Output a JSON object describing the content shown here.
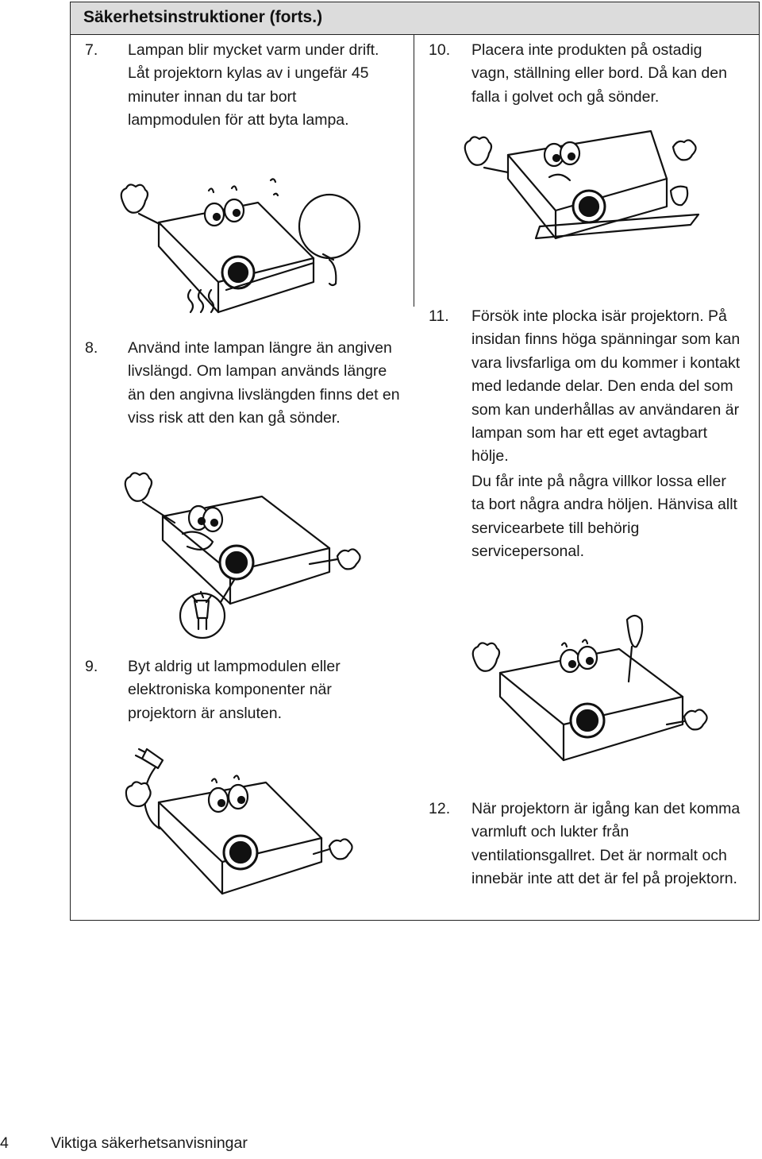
{
  "header": {
    "title": "Säkerhetsinstruktioner (forts.)"
  },
  "items": [
    {
      "number": "7.",
      "paragraphs": [
        "Lampan blir mycket varm under drift. Låt projektorn kylas av i ungefär 45 minuter innan du tar bort lampmodulen för att byta lampa."
      ]
    },
    {
      "number": "8.",
      "paragraphs": [
        "Använd inte lampan längre än angiven livslängd. Om lampan används längre än den angivna livslängden finns det en viss risk att den kan gå sönder."
      ]
    },
    {
      "number": "9.",
      "paragraphs": [
        "Byt aldrig ut lampmodulen eller elektroniska komponenter när projektorn är ansluten."
      ]
    },
    {
      "number": "10.",
      "paragraphs": [
        "Placera inte produkten på ostadig vagn, ställning eller bord. Då kan den falla i golvet och gå sönder."
      ]
    },
    {
      "number": "11.",
      "paragraphs": [
        "Försök inte plocka isär projektorn. På insidan finns höga spänningar som kan vara livsfarliga om du kommer i kontakt med ledande delar. Den enda del som som kan underhållas av användaren är lampan som har ett eget avtagbart hölje.",
        "Du får inte på några villkor lossa eller ta bort några andra höljen. Hänvisa allt servicearbete till behörig servicepersonal."
      ]
    },
    {
      "number": "12.",
      "paragraphs": [
        "När projektorn är igång kan det komma varmluft och lukter från ventilationsgallret. Det är normalt och innebär inte att det är fel på projektorn."
      ]
    }
  ],
  "illustrations": {
    "item7": {
      "icons": [
        "projector-character-icon",
        "hand-fan-icon",
        "heat-waves-icon"
      ]
    },
    "item8": {
      "icons": [
        "projector-character-icon",
        "broken-lamp-icon"
      ]
    },
    "item9": {
      "icons": [
        "projector-character-icon",
        "power-plug-icon"
      ]
    },
    "item10": {
      "icons": [
        "projector-character-icon",
        "unstable-table-icon"
      ]
    },
    "item11": {
      "icons": [
        "projector-character-icon",
        "screwdriver-icon"
      ]
    }
  },
  "footer": {
    "page_number": "4",
    "section_title": "Viktiga säkerhetsanvisningar"
  }
}
